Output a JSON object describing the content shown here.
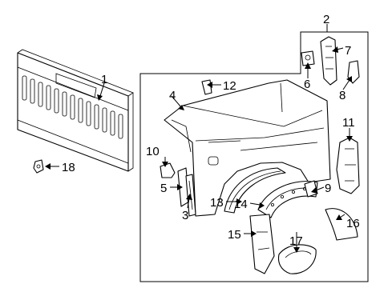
{
  "callouts": {
    "c1": "1",
    "c2": "2",
    "c3": "3",
    "c4": "4",
    "c5": "5",
    "c6": "6",
    "c7": "7",
    "c8": "8",
    "c9": "9",
    "c10": "10",
    "c11": "11",
    "c12": "12",
    "c13": "13",
    "c14": "14",
    "c15": "15",
    "c16": "16",
    "c17": "17",
    "c18": "18"
  },
  "colors": {
    "line": "#000000",
    "background": "#ffffff"
  }
}
